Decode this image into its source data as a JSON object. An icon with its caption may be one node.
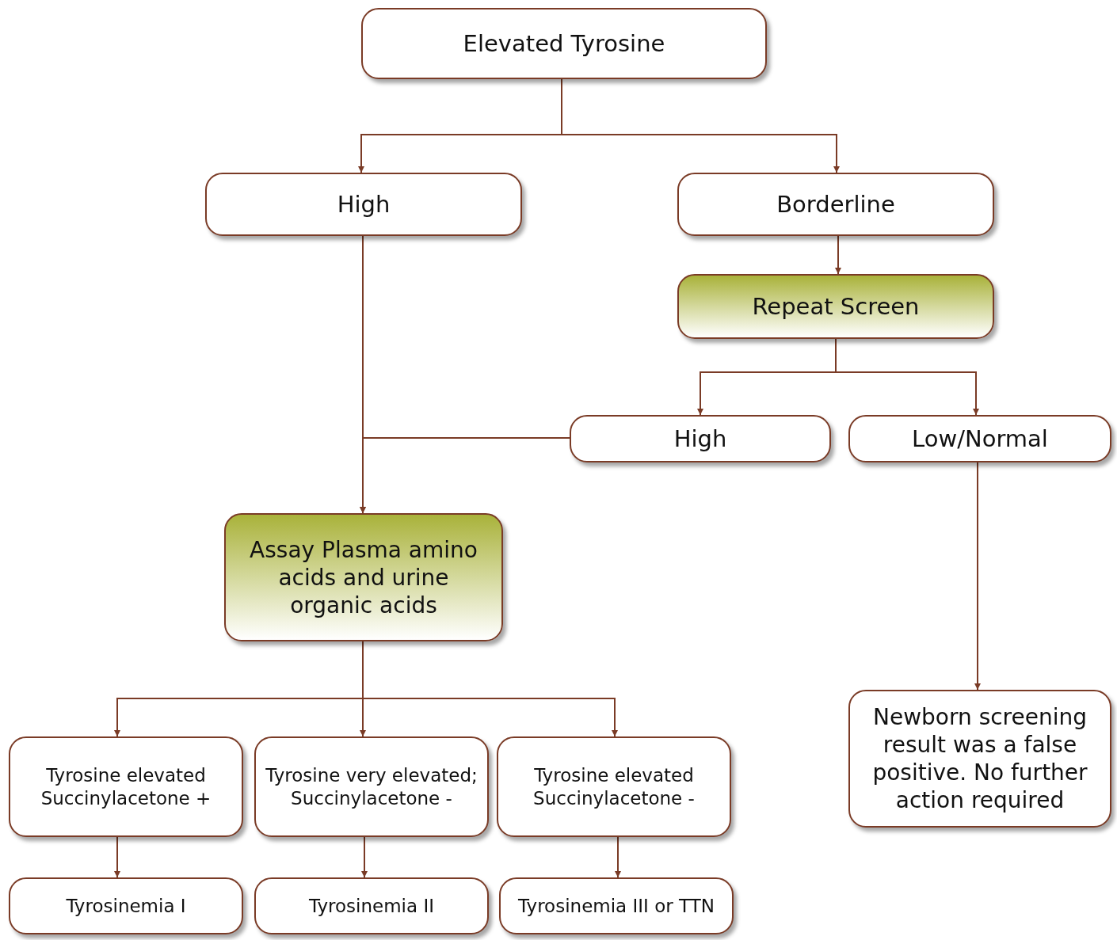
{
  "diagram": {
    "nodes": [
      {
        "text": [
          "Elevated Tyrosine"
        ]
      },
      {
        "text": [
          "High"
        ]
      },
      {
        "text": [
          "Borderline"
        ]
      },
      {
        "text": [
          "Repeat Screen"
        ]
      },
      {
        "text": [
          "High"
        ]
      },
      {
        "text": [
          "Low/Normal"
        ]
      },
      {
        "text": [
          "Assay Plasma amino acids and urine organic acids"
        ]
      },
      {
        "text": [
          "Tyrosine elevated Succinylacetone +"
        ]
      },
      {
        "text": [
          "Tyrosine very elevated; Succinylacetone -"
        ]
      },
      {
        "text": [
          "Tyrosine elevated Succinylacetone -"
        ]
      },
      {
        "text": [
          "Newborn screening result was a false positive. No further action required"
        ]
      },
      {
        "text": [
          "Tyrosinemia I"
        ]
      },
      {
        "text": [
          "Tyrosinemia II"
        ]
      },
      {
        "text": [
          "Tyrosinemia III or TTN"
        ]
      }
    ],
    "edges": [
      {
        "from": 0,
        "to": 1,
        "arrow": "to"
      },
      {
        "from": 0,
        "to": 2,
        "arrow": "to"
      },
      {
        "from": 2,
        "to": 3,
        "arrow": "to"
      },
      {
        "from": 3,
        "to": 4,
        "arrow": "to"
      },
      {
        "from": 3,
        "to": 5,
        "arrow": "to"
      },
      {
        "from": 1,
        "to": 6,
        "arrow": "to"
      },
      {
        "from": 4,
        "to": 6,
        "arrow": "to"
      },
      {
        "from": 6,
        "to": 7,
        "arrow": "to"
      },
      {
        "from": 6,
        "to": 8,
        "arrow": "to"
      },
      {
        "from": 6,
        "to": 9,
        "arrow": "to"
      },
      {
        "from": 5,
        "to": 10,
        "arrow": "to"
      },
      {
        "from": 7,
        "to": 11,
        "arrow": "to"
      },
      {
        "from": 8,
        "to": 12,
        "arrow": "to"
      },
      {
        "from": 9,
        "to": 13,
        "arrow": "to"
      }
    ]
  }
}
